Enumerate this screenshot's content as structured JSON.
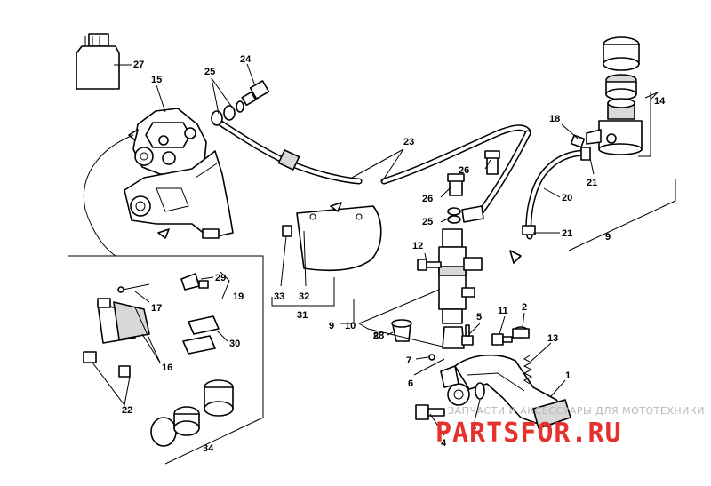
{
  "callouts": {
    "c1": "1",
    "c2": "2",
    "c3": "3",
    "c4": "4",
    "c5": "5",
    "c6": "6",
    "c7": "7",
    "c8": "8",
    "c9": "9",
    "c10": "10",
    "c11": "11",
    "c12": "12",
    "c13": "13",
    "c14": "14",
    "c15": "15",
    "c16": "16",
    "c17": "17",
    "c18": "18",
    "c19": "19",
    "c20": "20",
    "c21": "21",
    "c22": "22",
    "c23": "23",
    "c24": "24",
    "c25": "25",
    "c26": "26",
    "c27": "27",
    "c28": "28",
    "c29": "29",
    "c30": "30",
    "c31": "31",
    "c32": "32",
    "c33": "33",
    "c34": "34"
  },
  "watermark": {
    "line": "ЗАПЧАСТИ И АКСЕССУАРЫ ДЛЯ МОТОТЕХНИКИ",
    "logo": "PARTSFOR.RU",
    "logo_color": "#e5322c"
  }
}
